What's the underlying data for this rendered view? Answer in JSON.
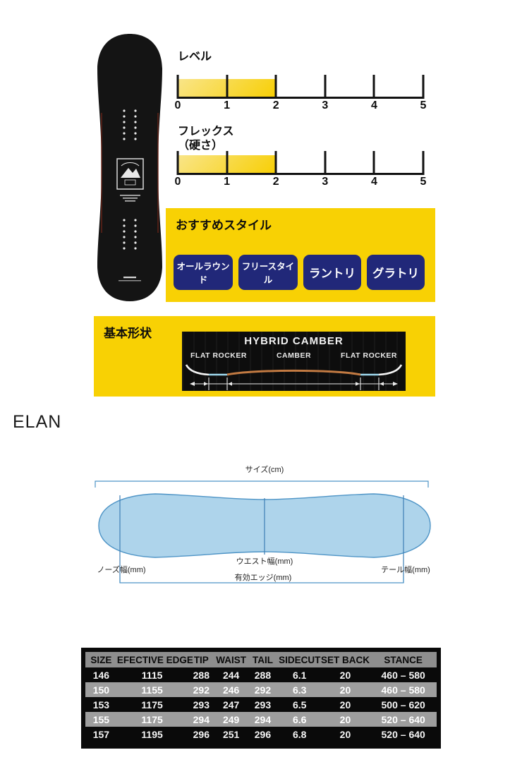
{
  "brand": "ELAN",
  "colors": {
    "panel_yellow": "#F8D104",
    "button_blue": "#212879",
    "scale_fill": "#F8CF05",
    "board_fill_blue": "#AED4EB",
    "board_stroke_blue": "#4E94C6",
    "camber_orange": "#C27A42",
    "flat_rocker_blue": "#9FD9EF",
    "table_header_gray": "#8E8E8E",
    "table_alt_row_gray": "#9E9E9E"
  },
  "ratings": {
    "level": {
      "label": "レベル",
      "value": 2,
      "max": 5,
      "ticks": [
        "0",
        "1",
        "2",
        "3",
        "4",
        "5"
      ]
    },
    "flex": {
      "label_line1": "フレックス",
      "label_line2": "（硬さ）",
      "value": 2,
      "max": 5,
      "ticks": [
        "0",
        "1",
        "2",
        "3",
        "4",
        "5"
      ]
    }
  },
  "styles_panel": {
    "heading": "おすすめスタイル",
    "buttons": [
      "オールラウンド",
      "フリースタイル",
      "ラントリ",
      "グラトリ"
    ]
  },
  "shape_panel": {
    "heading": "基本形状",
    "title": "HYBRID CAMBER",
    "zone_left": "FLAT ROCKER",
    "zone_center": "CAMBER",
    "zone_right": "FLAT ROCKER"
  },
  "dimension_diagram": {
    "size_label": "サイズ(cm)",
    "waist_label": "ウエスト幅(mm)",
    "nose_label": "ノーズ幅(mm)",
    "tail_label": "テール幅(mm)",
    "edge_label": "有効エッジ(mm)"
  },
  "spec_table": {
    "headers": [
      "SIZE",
      "EFECTIVE EDGE",
      "TIP",
      "WAIST",
      "TAIL",
      "SIDECUT",
      "SET BACK",
      "STANCE"
    ],
    "rows": [
      [
        "146",
        "1115",
        "288",
        "244",
        "288",
        "6.1",
        "20",
        "460 – 580"
      ],
      [
        "150",
        "1155",
        "292",
        "246",
        "292",
        "6.3",
        "20",
        "460 – 580"
      ],
      [
        "153",
        "1175",
        "293",
        "247",
        "293",
        "6.5",
        "20",
        "500 – 620"
      ],
      [
        "155",
        "1175",
        "294",
        "249",
        "294",
        "6.6",
        "20",
        "520 – 640"
      ],
      [
        "157",
        "1195",
        "296",
        "251",
        "296",
        "6.8",
        "20",
        "520 – 640"
      ]
    ]
  }
}
